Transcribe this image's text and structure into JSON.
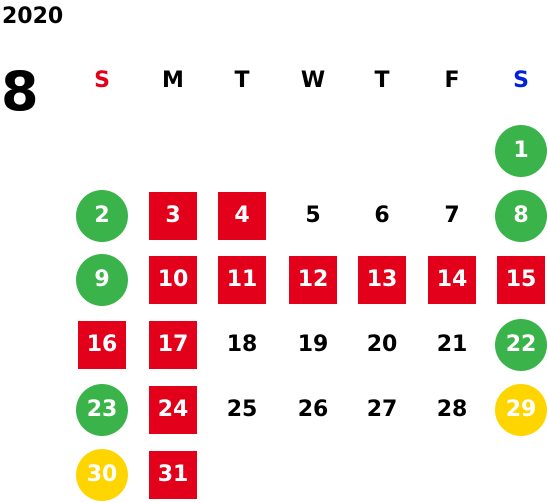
{
  "header": {
    "year": "2020",
    "month": "8"
  },
  "colors": {
    "sunday": "#e3001b",
    "saturday": "#0022e0",
    "red": "#e3001b",
    "green": "#3ab44a",
    "yellow": "#ffd500"
  },
  "weekdays": [
    {
      "label": "S",
      "color": "sunday"
    },
    {
      "label": "M",
      "color": "default"
    },
    {
      "label": "T",
      "color": "default"
    },
    {
      "label": "W",
      "color": "default"
    },
    {
      "label": "T",
      "color": "default"
    },
    {
      "label": "F",
      "color": "default"
    },
    {
      "label": "S",
      "color": "saturday"
    }
  ],
  "first_weekday_index": 6,
  "days": [
    {
      "day": "1",
      "style": "green"
    },
    {
      "day": "2",
      "style": "green"
    },
    {
      "day": "3",
      "style": "red"
    },
    {
      "day": "4",
      "style": "red"
    },
    {
      "day": "5",
      "style": "plain"
    },
    {
      "day": "6",
      "style": "plain"
    },
    {
      "day": "7",
      "style": "plain"
    },
    {
      "day": "8",
      "style": "green"
    },
    {
      "day": "9",
      "style": "green"
    },
    {
      "day": "10",
      "style": "red"
    },
    {
      "day": "11",
      "style": "red"
    },
    {
      "day": "12",
      "style": "red"
    },
    {
      "day": "13",
      "style": "red"
    },
    {
      "day": "14",
      "style": "red"
    },
    {
      "day": "15",
      "style": "red"
    },
    {
      "day": "16",
      "style": "red"
    },
    {
      "day": "17",
      "style": "red"
    },
    {
      "day": "18",
      "style": "plain"
    },
    {
      "day": "19",
      "style": "plain"
    },
    {
      "day": "20",
      "style": "plain"
    },
    {
      "day": "21",
      "style": "plain"
    },
    {
      "day": "22",
      "style": "green"
    },
    {
      "day": "23",
      "style": "green"
    },
    {
      "day": "24",
      "style": "red"
    },
    {
      "day": "25",
      "style": "plain"
    },
    {
      "day": "26",
      "style": "plain"
    },
    {
      "day": "27",
      "style": "plain"
    },
    {
      "day": "28",
      "style": "plain"
    },
    {
      "day": "29",
      "style": "yellow"
    },
    {
      "day": "30",
      "style": "yellow"
    },
    {
      "day": "31",
      "style": "red"
    }
  ]
}
